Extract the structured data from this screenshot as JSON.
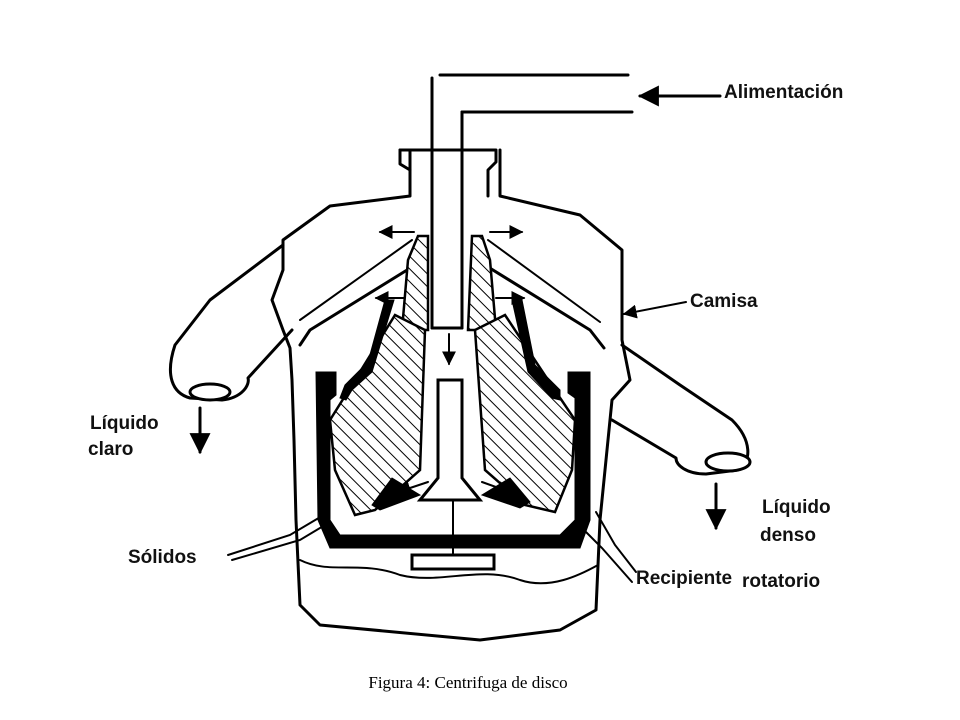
{
  "figure": {
    "labels": {
      "feed": "Alimentación",
      "jacket": "Camisa",
      "clear_liquid_1": "Líquido",
      "clear_liquid_2": "claro",
      "dense_liquid_1": "Líquido",
      "dense_liquid_2": "denso",
      "solids": "Sólidos",
      "bowl_1": "Recipiente",
      "bowl_2": "rotatorio"
    },
    "caption": "Figura 4: Centrifuga de disco"
  }
}
